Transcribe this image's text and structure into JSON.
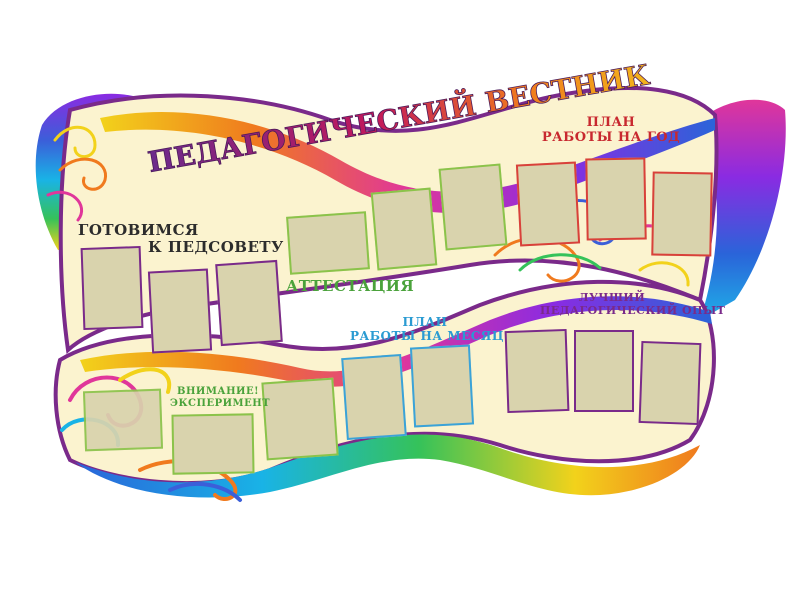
{
  "title": "ПЕДАГОГИЧЕСКИЙ ВЕСТНИК",
  "colors": {
    "background": "#ffffff",
    "banner_fill": "#fbf3cf",
    "frame_purple": "#7a2a8a",
    "pocket_fill": "#d9d3ad",
    "title_purple": "#6b2a8c",
    "red": "#c8282f",
    "green": "#4aa23b",
    "blue": "#2a9bd2",
    "dark": "#2c2c2c",
    "pocket_border_purple": "#7a2a8a",
    "pocket_border_green": "#8bc34a",
    "pocket_border_red": "#d9413a",
    "pocket_border_blue": "#3ba3d8"
  },
  "sections": {
    "pedsovet": {
      "line1": "ГОТОВИМСЯ",
      "line2": "К ПЕДСОВЕТУ"
    },
    "attestation": {
      "label": "АТТЕСТАЦИЯ"
    },
    "plan_year": {
      "line1": "ПЛАН",
      "line2": "РАБОТЫ НА ГОД"
    },
    "experiment": {
      "line1": "ВНИМАНИЕ!",
      "line2": "ЭКСПЕРИМЕНТ"
    },
    "plan_month": {
      "line1": "ПЛАН",
      "line2": "РАБОТЫ НА МЕСЯЦ"
    },
    "best_experience": {
      "line1": "ЛУЧШИЙ",
      "line2": "ПЕДАГОГИЧЕСКИЙ ОПЫТ"
    }
  }
}
